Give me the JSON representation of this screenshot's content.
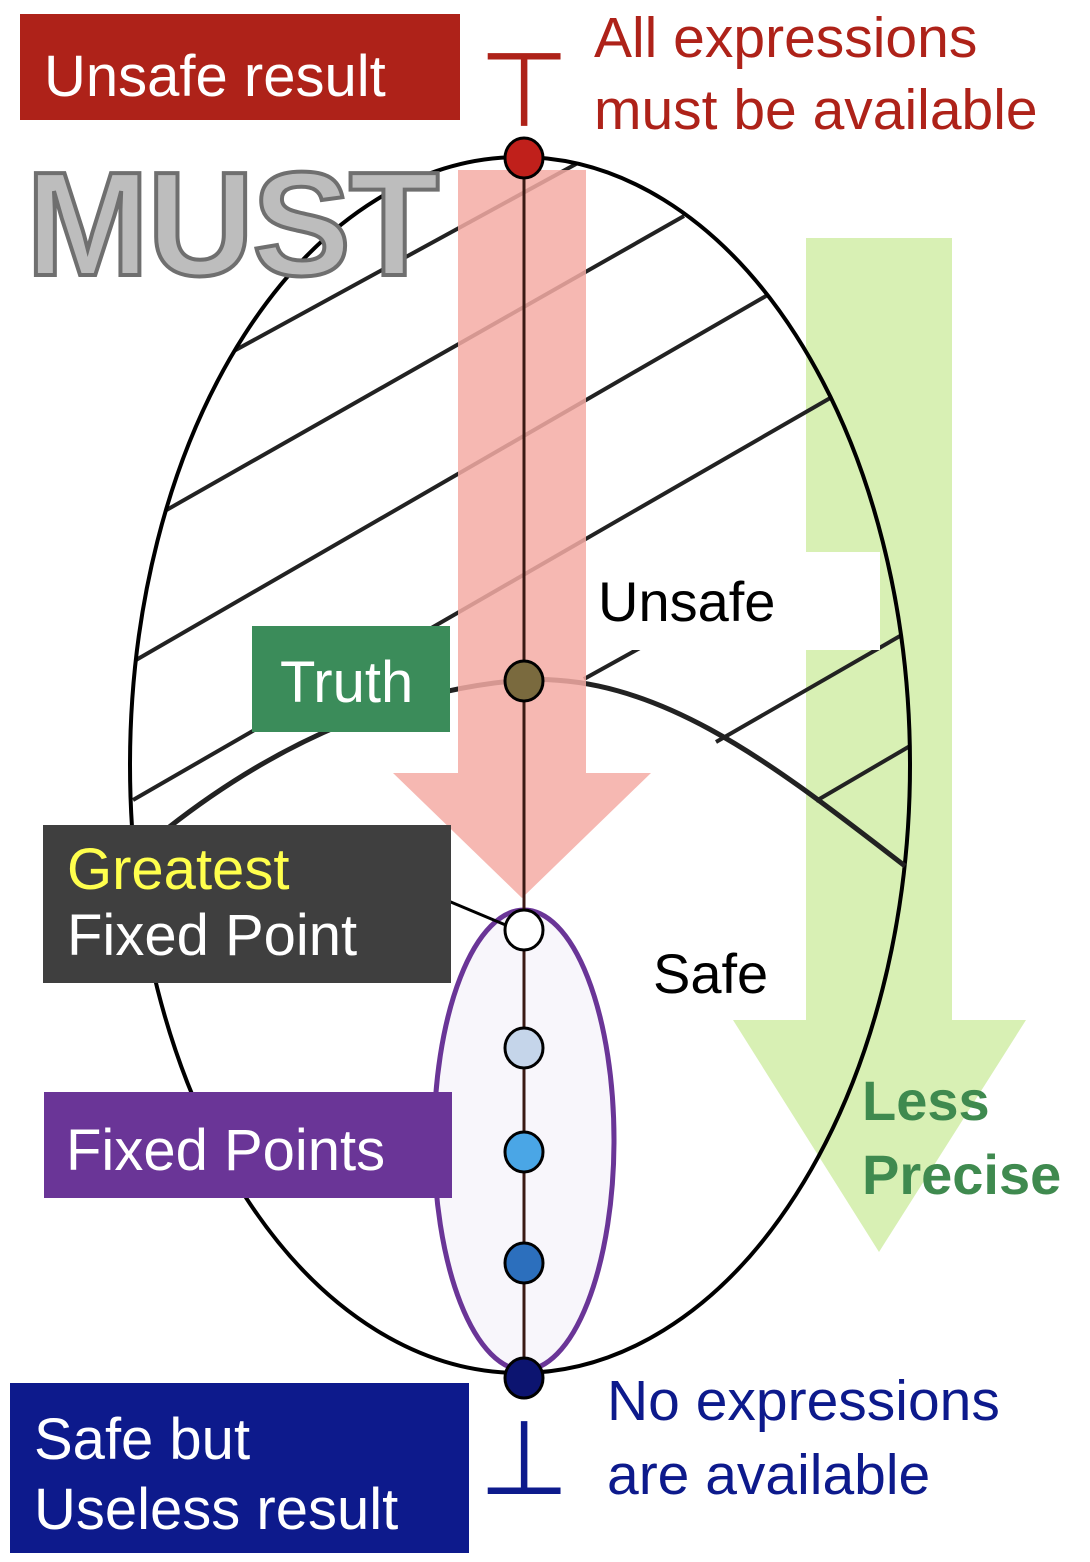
{
  "labels": {
    "unsafe_result": "Unsafe result",
    "must": "MUST",
    "all_expressions": [
      "All expressions",
      "must be available"
    ],
    "unsafe": "Unsafe",
    "truth": "Truth",
    "greatest": "Greatest",
    "fixed_point": "Fixed Point",
    "safe": "Safe",
    "less": "Less",
    "precise": "Precise",
    "fixed_points": "Fixed Points",
    "safe_but": "Safe but",
    "useless_result": "Useless result",
    "no_expressions": [
      "No expressions",
      "are available"
    ],
    "top_symbol": "⊤",
    "bottom_symbol": "⊥"
  },
  "colors": {
    "unsafe_red": "#ae2219",
    "truth_green": "#3b8c5a",
    "gfp_dark": "#3f3f3f",
    "greatest_yellow": "#ffff4d",
    "fixed_purple": "#6a3597",
    "bottom_navy": "#0d1a8c",
    "precise_green": "#3f8a4f",
    "red_arrow": "#f5aba4",
    "green_arrow": "#d8f0b4"
  },
  "lattice_nodes": [
    {
      "name": "top-node",
      "color": "#c0201b"
    },
    {
      "name": "truth-node",
      "color": "#7a6a3e"
    },
    {
      "name": "greatest-fixed-point-node",
      "color": "#ffffff"
    },
    {
      "name": "fixed-point-node-1",
      "color": "#c5d5ea"
    },
    {
      "name": "fixed-point-node-2",
      "color": "#4aa6e6"
    },
    {
      "name": "fixed-point-node-3",
      "color": "#2c6fbd"
    },
    {
      "name": "bottom-node",
      "color": "#0c1470"
    }
  ]
}
